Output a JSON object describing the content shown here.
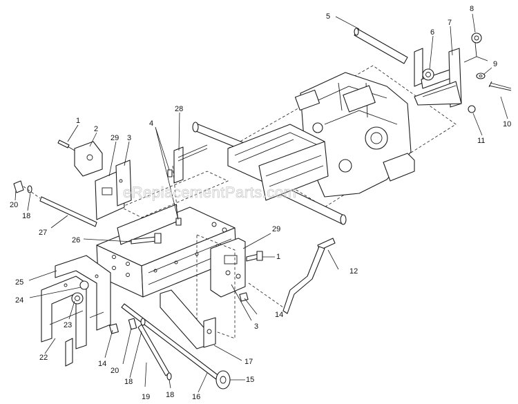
{
  "watermark": "eReplacementParts.com",
  "callouts": [
    {
      "id": "c1a",
      "label": "1"
    },
    {
      "id": "c2",
      "label": "2"
    },
    {
      "id": "c29a",
      "label": "29"
    },
    {
      "id": "c3a",
      "label": "3"
    },
    {
      "id": "c4",
      "label": "4"
    },
    {
      "id": "c28",
      "label": "28"
    },
    {
      "id": "c5",
      "label": "5"
    },
    {
      "id": "c6",
      "label": "6"
    },
    {
      "id": "c7",
      "label": "7"
    },
    {
      "id": "c8",
      "label": "8"
    },
    {
      "id": "c9",
      "label": "9"
    },
    {
      "id": "c10",
      "label": "10"
    },
    {
      "id": "c11",
      "label": "11"
    },
    {
      "id": "c20a",
      "label": "20"
    },
    {
      "id": "c18a",
      "label": "18"
    },
    {
      "id": "c27",
      "label": "27"
    },
    {
      "id": "c26",
      "label": "26"
    },
    {
      "id": "c29b",
      "label": "29"
    },
    {
      "id": "c1b",
      "label": "1"
    },
    {
      "id": "c12",
      "label": "12"
    },
    {
      "id": "c25",
      "label": "25"
    },
    {
      "id": "c24",
      "label": "24"
    },
    {
      "id": "c23",
      "label": "23"
    },
    {
      "id": "c14a",
      "label": "14"
    },
    {
      "id": "c3b",
      "label": "3"
    },
    {
      "id": "c22",
      "label": "22"
    },
    {
      "id": "c14b",
      "label": "14"
    },
    {
      "id": "c20b",
      "label": "20"
    },
    {
      "id": "c18b",
      "label": "18"
    },
    {
      "id": "c19",
      "label": "19"
    },
    {
      "id": "c18c",
      "label": "18"
    },
    {
      "id": "c16",
      "label": "16"
    },
    {
      "id": "c17",
      "label": "17"
    },
    {
      "id": "c15",
      "label": "15"
    }
  ]
}
